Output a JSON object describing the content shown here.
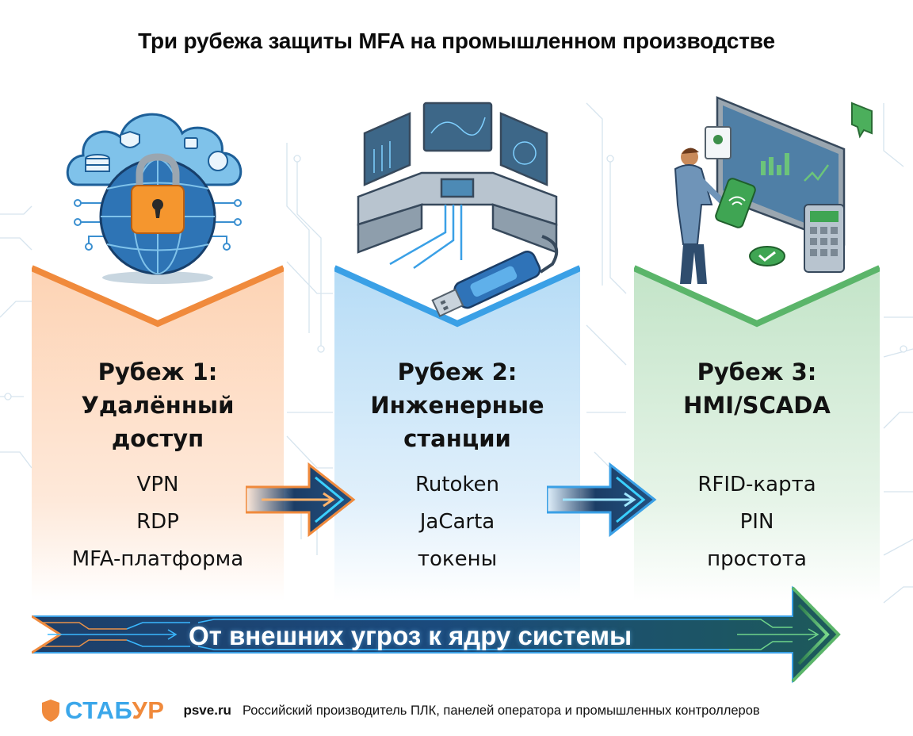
{
  "title": "Три рубежа защиты MFA на промышленном производстве",
  "colors": {
    "orange": "#f08a3c",
    "orange_fill": "#fdd8bd",
    "blue": "#3aa0e6",
    "blue_fill": "#bfe1f8",
    "green": "#5bb56a",
    "green_fill": "#cde9d1",
    "banner_navy": "#1b3d66"
  },
  "panels": [
    {
      "id": "rubezh-1",
      "accent": "orange",
      "illustration": "cloud-globe-padlock-icon",
      "heading": [
        "Рубеж 1:",
        "Удалённый",
        "доступ"
      ],
      "items": [
        "VPN",
        "RDP",
        "MFA-платформа"
      ]
    },
    {
      "id": "rubezh-2",
      "accent": "blue",
      "illustration": "engineering-workstation-usb-token-icon",
      "heading": [
        "Рубеж 2:",
        "Инженерные",
        "станции"
      ],
      "items": [
        "Rutoken",
        "JaCarta",
        "токены"
      ]
    },
    {
      "id": "rubezh-3",
      "accent": "green",
      "illustration": "operator-rfid-card-hmi-pin-pad-icon",
      "heading": [
        "Рубеж 3:",
        "HMI/SCADA"
      ],
      "items": [
        "RFID-карта",
        "PIN",
        "простота"
      ]
    }
  ],
  "connectors": [
    "arrow-right-icon",
    "arrow-right-icon"
  ],
  "banner": {
    "text": "От внешних угроз к ядру системы",
    "icon": "progress-arrow-icon"
  },
  "footer": {
    "logo_part1": "СТАБ",
    "logo_part2": "УР",
    "site": "psve.ru",
    "description": "Российский производитель ПЛК, панелей оператора и промышленных контроллеров"
  }
}
